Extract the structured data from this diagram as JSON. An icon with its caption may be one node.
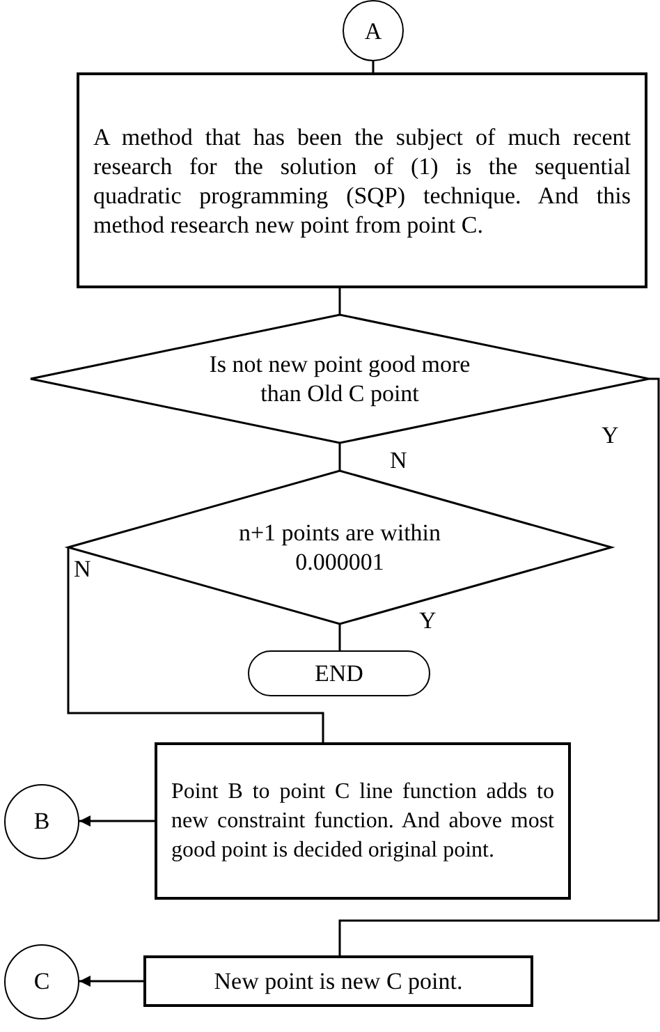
{
  "diagram": {
    "nodes": [
      {
        "text": [
          "A"
        ]
      },
      {
        "text": [
          "A method that has been the subject of much recent research for the solution of (1) is the sequential quadratic programming (SQP) technique. And this method research new point from point C."
        ]
      },
      {
        "text": [
          "Is not new point good more than Old C point"
        ]
      },
      {
        "text": [
          "n+1 points are within 0.000001"
        ]
      },
      {
        "text": [
          "END"
        ]
      },
      {
        "text": [
          "Point B to point C line function adds to new constraint function. And above most good point is decided original point."
        ]
      },
      {
        "text": [
          "B"
        ]
      },
      {
        "text": [
          "New point is new C point."
        ]
      },
      {
        "text": [
          "C"
        ]
      }
    ],
    "edges": [
      {
        "from": 0,
        "to": 1,
        "arrow": "none"
      },
      {
        "from": 1,
        "to": 2,
        "arrow": "none"
      },
      {
        "from": 2,
        "to": 3,
        "arrow": "none",
        "label": "N"
      },
      {
        "from": 3,
        "to": 4,
        "arrow": "none",
        "label": "Y"
      },
      {
        "from": 3,
        "to": 5,
        "arrow": "none",
        "label": "N"
      },
      {
        "from": 2,
        "to": 7,
        "arrow": "none",
        "label": "Y"
      },
      {
        "from": 5,
        "to": 6,
        "arrow": "to"
      },
      {
        "from": 7,
        "to": 8,
        "arrow": "to"
      }
    ]
  }
}
